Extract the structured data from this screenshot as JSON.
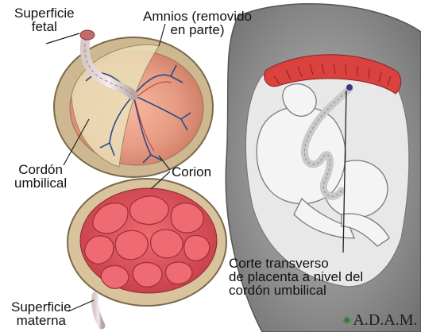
{
  "labels": {
    "superficie_fetal": [
      "Superficie",
      "fetal"
    ],
    "amnios": [
      "Amnios (removido",
      "en parte)"
    ],
    "cordon": [
      "Cordón",
      "umbilical"
    ],
    "corion": "Corion",
    "corte": [
      "Corte transverso",
      "de placenta a nivel del",
      "cordón umbilical"
    ],
    "superficie_materna": [
      "Superficie",
      "materna"
    ]
  },
  "logo": {
    "text": "A.D.A.M.",
    "icon": "adam-star-icon"
  },
  "colors": {
    "placenta_fetal": "#e9a08a",
    "placenta_maternal": "#e2515a",
    "rim": "#c8b088",
    "vessels": "#2b4a8a",
    "uterus_gray": "#8c8c8c"
  }
}
